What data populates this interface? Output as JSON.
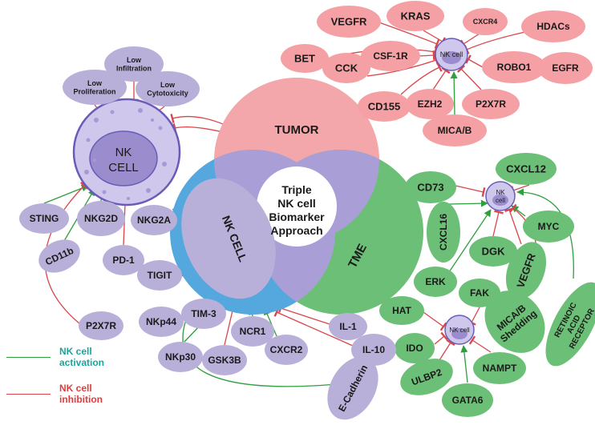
{
  "colors": {
    "tumor": "#f4a7ab",
    "nk": "#b7aedb",
    "tme": "#6cbf76",
    "blue": "#54a8dd",
    "activation": "#2e9e3e",
    "inhibition": "#d9454a",
    "nodeRed": "#f4a0a4",
    "nodeGreen": "#6cbf76",
    "nodePurple": "#b9b0da"
  },
  "venn": {
    "tumor": "TUMOR",
    "nk_cell": "NK CELL",
    "tme": "TME",
    "center": [
      "Triple",
      "NK cell",
      "Biomarker",
      "Approach"
    ]
  },
  "big_cell": {
    "label": [
      "NK",
      "CELL"
    ]
  },
  "small_cells": [
    "NK cell",
    "NK cell",
    "NK cell"
  ],
  "small_cell_texts": {
    "tme_line1": "NK",
    "tme_line2": "cell"
  },
  "tumor_nodes": [
    "VEGFR",
    "KRAS",
    "CXCR4",
    "HDACs",
    "BET",
    "CCK",
    "CSF-1R",
    "ROBO1",
    "EGFR",
    "CD155",
    "EZH2",
    "P2X7R",
    "MICA/B"
  ],
  "tme_nodes": [
    "CD73",
    "CXCL12",
    "CXCL16",
    "MYC",
    "DGK",
    "VEGFR",
    "ERK",
    "FAK",
    "HAT",
    "IDO",
    "NAMPT",
    "ULBP2",
    "GATA6"
  ],
  "tme_multiline": {
    "mica": [
      "MICA/B",
      "Shedding"
    ],
    "retinoic": [
      "RETINOIC",
      "ACID",
      "RECEPTOR"
    ]
  },
  "top_nodes": {
    "low_infiltration": [
      "Low",
      "Infiltration"
    ],
    "low_proliferation": [
      "Low",
      "Proliferation"
    ],
    "low_cytotoxicity": [
      "Low",
      "Cytotoxicity"
    ]
  },
  "nk_nodes": [
    "STING",
    "NKG2D",
    "NKG2A",
    "CD11b",
    "PD-1",
    "TIGIT",
    "P2X7R",
    "NKp44",
    "TIM-3",
    "NKp30",
    "GSK3B",
    "NCR1",
    "CXCR2",
    "IL-1",
    "IL-10",
    "E-Cadherin"
  ],
  "legend": {
    "activation": "NK cell activation",
    "inhibition": "NK cell inhibition"
  }
}
